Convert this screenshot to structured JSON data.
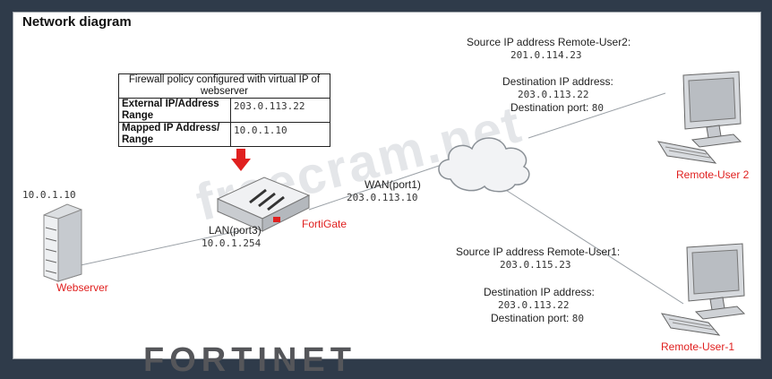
{
  "title": "Network diagram",
  "policy_table": {
    "header": "Firewall policy configured with virtual IP of webserver",
    "rows": [
      {
        "label": "External IP/Address Range",
        "value": "203.0.113.22"
      },
      {
        "label": "Mapped IP Address/ Range",
        "value": "10.0.1.10"
      }
    ]
  },
  "webserver": {
    "name": "Webserver",
    "ip": "10.0.1.10"
  },
  "fortigate": {
    "name": "FortiGate",
    "lan_label": "LAN(port3)",
    "lan_ip": "10.0.1.254",
    "wan_label": "WAN(port1)",
    "wan_ip": "203.0.113.10"
  },
  "remote_user2": {
    "name": "Remote-User 2",
    "source_label": "Source IP address Remote-User2:",
    "source_ip": "201.0.114.23",
    "dest_label": "Destination IP address:",
    "dest_ip": "203.0.113.22",
    "port_label": "Destination port:",
    "port": "80"
  },
  "remote_user1": {
    "name": "Remote-User-1",
    "source_label": "Source IP address Remote-User1:",
    "source_ip": "203.0.115.23",
    "dest_label": "Destination IP address:",
    "dest_ip": "203.0.113.22",
    "port_label": "Destination port:",
    "port": "80"
  },
  "watermark": "freecram.net",
  "logo": "FORTINET",
  "colors": {
    "accent_red": "#e0201f",
    "frame_bg": "#2f3b4a"
  }
}
